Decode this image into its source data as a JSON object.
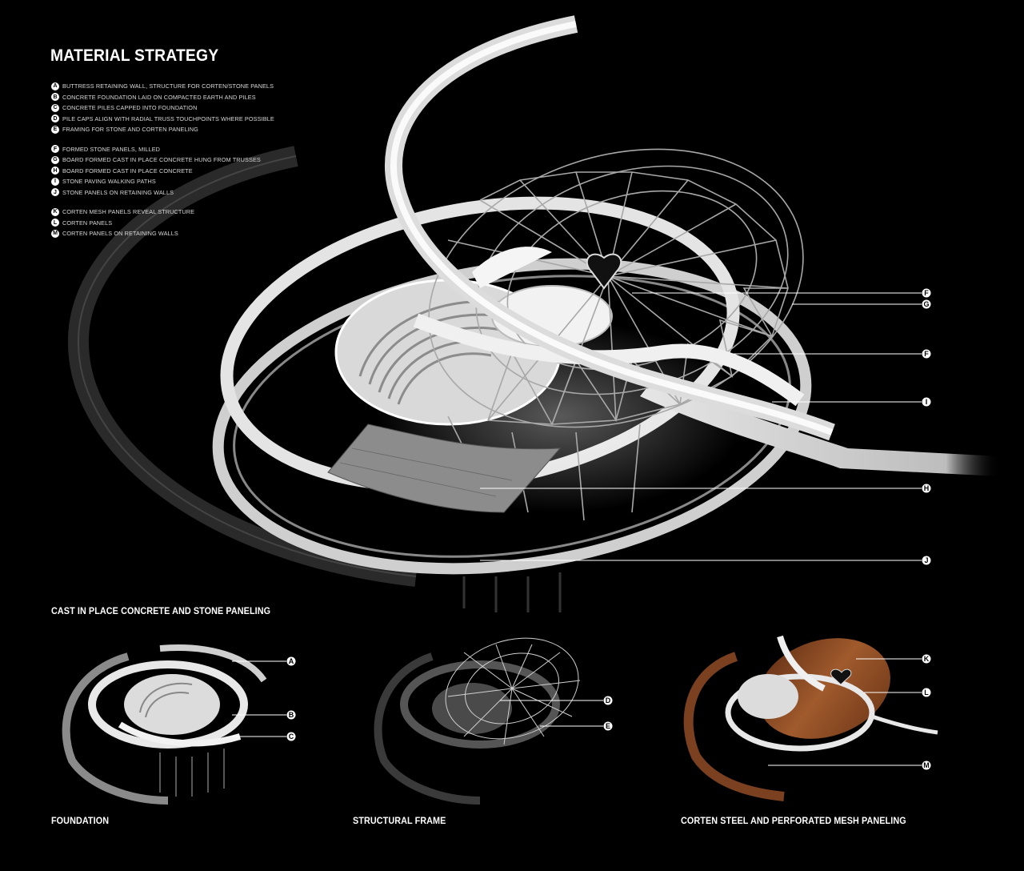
{
  "title": "MATERIAL STRATEGY",
  "legend": {
    "groups": [
      [
        {
          "key": "A",
          "text": "BUTTRESS RETAINING WALL, STRUCTURE FOR CORTEN/STONE PANELS"
        },
        {
          "key": "B",
          "text": "CONCRETE FOUNDATION LAID ON COMPACTED EARTH AND PILES"
        },
        {
          "key": "C",
          "text": "CONCRETE PILES CAPPED INTO FOUNDATION"
        },
        {
          "key": "D",
          "text": "PILE CAPS ALIGN WITH RADIAL TRUSS TOUCHPOINTS WHERE POSSIBLE"
        },
        {
          "key": "E",
          "text": "FRAMING FOR STONE AND CORTEN PANELING"
        }
      ],
      [
        {
          "key": "F",
          "text": "FORMED STONE PANELS, MILLED"
        },
        {
          "key": "G",
          "text": "BOARD FORMED CAST IN PLACE CONCRETE HUNG FROM TRUSSES"
        },
        {
          "key": "H",
          "text": "BOARD FORMED CAST IN PLACE CONCRETE"
        },
        {
          "key": "I",
          "text": "STONE PAVING WALKING PATHS"
        },
        {
          "key": "J",
          "text": "STONE PANELS ON RETAINING WALLS"
        }
      ],
      [
        {
          "key": "K",
          "text": "CORTEN MESH PANELS REVEAL STRUCTURE"
        },
        {
          "key": "L",
          "text": "CORTEN PANELS"
        },
        {
          "key": "M",
          "text": "CORTEN PANELS ON RETAINING WALLS"
        }
      ]
    ]
  },
  "sections": {
    "main": "CAST IN PLACE CONCRETE AND STONE PANELING",
    "foundation": "FOUNDATION",
    "frame": "STRUCTURAL FRAME",
    "corten": "CORTEN STEEL AND PERFORATED MESH PANELING"
  },
  "callouts": {
    "main": [
      "F",
      "G",
      "F",
      "I",
      "H",
      "J"
    ],
    "foundation": [
      "A",
      "B",
      "C"
    ],
    "frame": [
      "D",
      "E"
    ],
    "corten": [
      "K",
      "L",
      "M"
    ]
  },
  "colors": {
    "background": "#000000",
    "concrete": "#e8e8e8",
    "truss": "#9a9a9a",
    "corten": "#8a4a22"
  }
}
